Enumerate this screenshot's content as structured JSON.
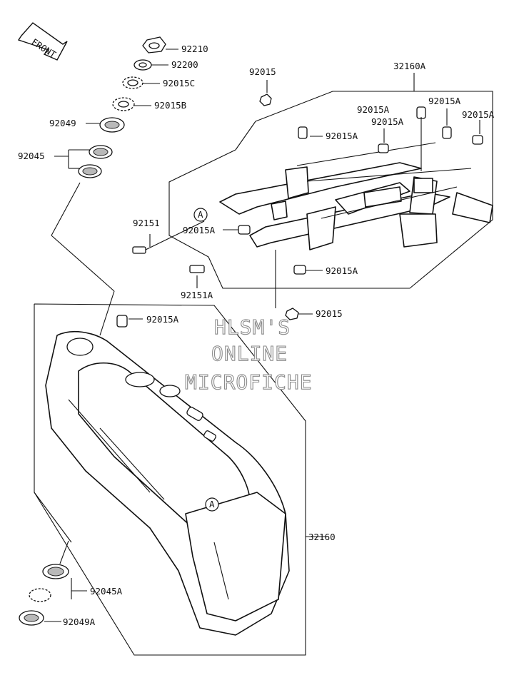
{
  "front_marker": {
    "text": "FRONT"
  },
  "callout": {
    "letter": "A"
  },
  "watermark": {
    "line1": "HLSM'S",
    "line2": "ONLINE",
    "line3": "MICROFICHE"
  },
  "labels": {
    "p92210": "92210",
    "p92200": "92200",
    "p92015C": "92015C",
    "p92015B": "92015B",
    "p92049": "92049",
    "p92045": "92045",
    "p92015_top": "92015",
    "p32160A": "32160A",
    "p92015A_1": "92015A",
    "p92015A_2": "92015A",
    "p92015A_3": "92015A",
    "p92015A_4": "92015A",
    "p92015A_5": "92015A",
    "p92151": "92151",
    "p92015A_6": "92015A",
    "p92151A": "92151A",
    "p92015A_7": "92015A",
    "p92015_mid": "92015",
    "p92015A_8": "92015A",
    "p32160": "32160",
    "p92045A": "92045A",
    "p92049A": "92049A"
  }
}
